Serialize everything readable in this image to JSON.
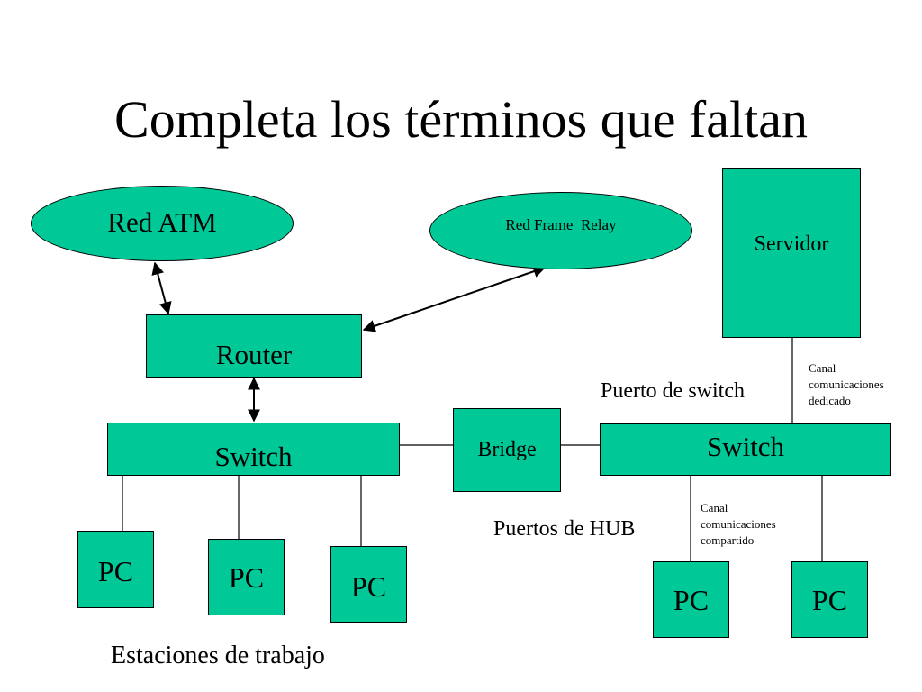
{
  "slide": {
    "title": "Completa los términos que faltan"
  },
  "networks": {
    "atm": "Red ATM",
    "frame_relay": "Red Frame  Relay"
  },
  "devices": {
    "router": "Router",
    "switch_left": "Switch",
    "bridge": "Bridge",
    "switch_right": "Switch",
    "servidor": "Servidor",
    "pcs": [
      "PC",
      "PC",
      "PC",
      "PC",
      "PC"
    ]
  },
  "labels": {
    "puerto_switch": "Puerto de switch",
    "puertos_hub": "Puertos de HUB",
    "estaciones": "Estaciones de trabajo",
    "canal_dedicado": [
      "Canal",
      "comunicaciones",
      "dedicado"
    ],
    "canal_compartido": [
      "Canal",
      "comunicaciones",
      "compartido"
    ]
  },
  "colors": {
    "node_fill": "#00c896",
    "stroke": "#000000"
  }
}
